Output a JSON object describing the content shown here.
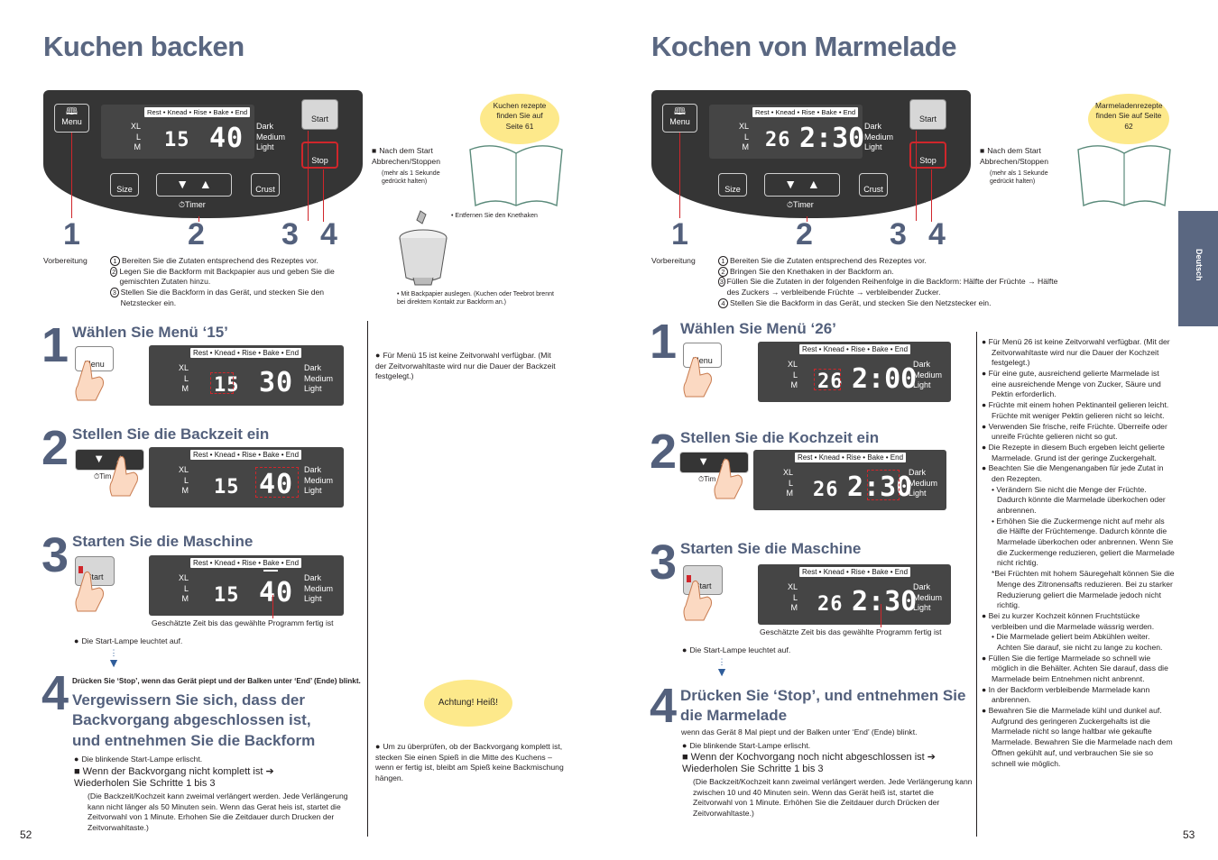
{
  "left": {
    "title": "Kuchen backen",
    "panel": {
      "menu": "Menu",
      "start": "Start",
      "stop": "Stop",
      "size": "Size",
      "crust": "Crust",
      "timer": "Timer",
      "sequence": "Rest • Knead • Rise • Bake • End",
      "sizes": [
        "XL",
        "L",
        "M"
      ],
      "crusts": [
        "Dark",
        "Medium",
        "Light"
      ],
      "menu_no": "15",
      "time": "40"
    },
    "stop_note": "Nach dem Start Abbrechen/Stoppen",
    "stop_note_small": "(mehr als 1 Sekunde gedrückt halten)",
    "callout_numbers": [
      "1",
      "2",
      "3",
      "4"
    ],
    "bubble": "Kuchen rezepte finden Sie auf Seite 61",
    "kneader_note": "• Entfernen Sie den Knethaken",
    "pan_note": "• Mit Backpapier auslegen. (Kuchen oder Teebrot brennt bei direktem Kontakt zur Backform an.)",
    "prep_label": "Vorbereitung",
    "prep_steps": [
      "Bereiten Sie die Zutaten entsprechend des Rezeptes vor.",
      "Legen Sie die Backform mit Backpapier aus und geben Sie die gemischten Zutaten hinzu.",
      "Stellen Sie die Backform in das Gerät, und stecken Sie den Netzstecker ein."
    ],
    "step1": {
      "num": "1",
      "title": "Wählen Sie Menü ‘15’",
      "menu": "15",
      "time": "30"
    },
    "step2": {
      "num": "2",
      "title": "Stellen Sie die Backzeit ein",
      "menu": "15",
      "time": "40"
    },
    "step3": {
      "num": "3",
      "title": "Starten Sie die Maschine",
      "menu": "15",
      "time": "40",
      "caption": "Geschätzte Zeit bis das gewählte Programm fertig ist",
      "lamp": "Die Start-Lampe leuchtet auf."
    },
    "step4": {
      "num": "4",
      "pre": "Drücken Sie ‘Stop’, wenn das Gerät piept und der Balken unter ‘End’ (Ende) blinkt.",
      "title": "Vergewissern Sie sich, dass der Backvorgang abgeschlossen ist, und entnehmen Sie die Backform",
      "lamp": "Die blinkende Start-Lampe erlischt.",
      "incomplete": "Wenn der Backvorgang nicht komplett ist ➔ Wiederholen Sie Schritte 1 bis 3",
      "extend": "(Die Backzeit/Kochzeit kann zweimal verlängert werden. Jede Verlängerung kann nicht länger als 50 Minuten sein. Wenn das Gerat heis ist, startet die Zeitvorwahl von 1 Minute. Erhohen Sie die Zeitdauer durch Drucken der Zeitvorwahltaste.)"
    },
    "side_note1": "Für Menü 15 ist keine Zeitvorwahl verfügbar. (Mit der Zeitvorwahltaste wird nur die Dauer der Backzeit festgelegt.)",
    "hot_bubble": "Achtung! Heiß!",
    "side_note2": "Um zu überprüfen, ob der Backvorgang komplett ist, stecken Sie einen Spieß in die Mitte des Kuchens – wenn er fertig ist, bleibt am Spieß keine Backmischung hängen.",
    "page_no": "52"
  },
  "right": {
    "title": "Kochen von Marmelade",
    "panel": {
      "menu_no": "26",
      "time": "2:30"
    },
    "stop_note": "Nach dem Start Abbrechen/Stoppen",
    "stop_note_small": "(mehr als 1 Sekunde gedrückt halten)",
    "bubble": "Marmeladenrezepte finden Sie auf Seite 62",
    "prep_label": "Vorbereitung",
    "prep_steps": [
      "Bereiten Sie die Zutaten entsprechend des Rezeptes vor.",
      "Bringen Sie den Knethaken in der Backform an.",
      "Füllen Sie die Zutaten in der folgenden Reihenfolge in die Backform: Hälfte der Früchte → Hälfte des Zuckers → verbleibende Früchte → verbleibender Zucker.",
      "Stellen Sie die Backform in das Gerät, und stecken Sie den Netzstecker ein."
    ],
    "step1": {
      "num": "1",
      "title": "Wählen Sie Menü ‘26’",
      "menu": "26",
      "time": "2:00"
    },
    "step2": {
      "num": "2",
      "title": "Stellen Sie die Kochzeit ein",
      "menu": "26",
      "time": "2:30"
    },
    "step3": {
      "num": "3",
      "title": "Starten Sie die Maschine",
      "menu": "26",
      "time": "2:30",
      "caption": "Geschätzte Zeit bis das gewählte Programm fertig ist",
      "lamp": "Die Start-Lampe leuchtet auf."
    },
    "step4": {
      "num": "4",
      "title": "Drücken Sie ‘Stop’, und entnehmen Sie die Marmelade",
      "sub": "wenn das Gerät 8 Mal piept und der Balken unter ‘End’ (Ende) blinkt.",
      "lamp": "Die blinkende Start-Lampe erlischt.",
      "incomplete": "Wenn der Kochvorgang noch nicht abgeschlossen ist ➔ Wiederholen Sie Schritte 1 bis 3",
      "extend": "(Die Backzeit/Kochzeit kann zweimal verlängert werden. Jede Verlängerung kann zwischen 10 und 40 Minuten sein. Wenn das Gerät heiß ist, startet die Zeitvorwahl von 1 Minute. Erhöhen Sie die Zeitdauer durch Drücken der Zeitvorwahltaste.)"
    },
    "notes": [
      {
        "t": "bul",
        "s": "Für Menü 26 ist keine Zeitvorwahl verfügbar. (Mit der Zeitvorwahltaste wird nur die Dauer der Kochzeit festgelegt.)"
      },
      {
        "t": "bul",
        "s": "Für eine gute, ausreichend gelierte Marmelade ist eine ausreichende Menge von Zucker, Säure und Pektin erforderlich."
      },
      {
        "t": "bul",
        "s": "Früchte mit einem hohen Pektinanteil gelieren leicht. Früchte mit weniger Pektin gelieren nicht so leicht."
      },
      {
        "t": "bul",
        "s": "Verwenden Sie frische, reife Früchte. Überreife oder unreife Früchte gelieren nicht so gut."
      },
      {
        "t": "bul",
        "s": "Die Rezepte in diesem Buch ergeben leicht gelierte Marmelade. Grund ist der geringe Zuckergehalt."
      },
      {
        "t": "bul",
        "s": "Beachten Sie die Mengenangaben für jede Zutat in den Rezepten."
      },
      {
        "t": "sub",
        "s": "• Verändern Sie nicht die Menge der Früchte. Dadurch könnte die Marmelade überkochen oder anbrennen."
      },
      {
        "t": "sub",
        "s": "• Erhöhen Sie die Zuckermenge nicht auf mehr als die Hälfte der Früchtemenge. Dadurch könnte die Marmelade überkochen oder anbrennen. Wenn Sie die Zuckermenge reduzieren, geliert die Marmelade nicht richtig."
      },
      {
        "t": "sub",
        "s": "*Bei Früchten mit hohem Säuregehalt können Sie die Menge des Zitronensafts reduzieren. Bei zu starker Reduzierung geliert die Marmelade jedoch nicht richtig."
      },
      {
        "t": "bul",
        "s": "Bei zu kurzer Kochzeit können Fruchtstücke verbleiben und die Marmelade wässrig werden."
      },
      {
        "t": "sub",
        "s": "• Die Marmelade geliert beim Abkühlen weiter. Achten Sie darauf, sie nicht zu lange zu kochen."
      },
      {
        "t": "bul",
        "s": "Füllen Sie die fertige Marmelade so schnell wie möglich in die Behälter. Achten Sie darauf, dass die Marmelade beim Entnehmen nicht anbrennt."
      },
      {
        "t": "bul",
        "s": "In der Backform verbleibende Marmelade kann anbrennen."
      },
      {
        "t": "bul",
        "s": "Bewahren Sie die Marmelade kühl und dunkel auf. Aufgrund des geringeren Zuckergehalts ist die Marmelade nicht so lange haltbar wie gekaufte Marmelade. Bewahren Sie die Marmelade nach dem Öffnen gekühlt auf, und verbrauchen Sie sie so schnell wie möglich."
      }
    ],
    "side_tab": "Deutsch",
    "page_no": "53"
  },
  "colors": {
    "heading": "#5a6781",
    "panel": "#353535",
    "accent_red": "#d0262b",
    "bubble": "#fde98b"
  }
}
